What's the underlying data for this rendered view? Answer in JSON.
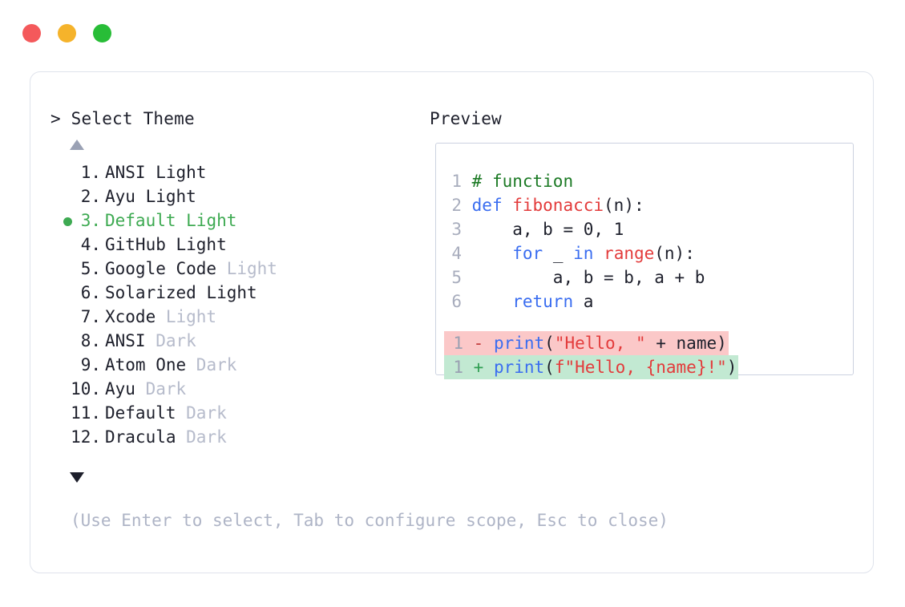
{
  "window": {
    "controls": [
      {
        "name": "close",
        "color": "#f4595b"
      },
      {
        "name": "minimize",
        "color": "#f5b32b"
      },
      {
        "name": "maximize",
        "color": "#28bd37"
      }
    ]
  },
  "prompt": {
    "heading": "> Select Theme",
    "scroll_up_indicator": "▲",
    "scroll_down_indicator": "▼",
    "selected_index": 3,
    "selected_color": "#3eaa52",
    "muted_color": "#b6bbcb",
    "items": [
      {
        "number": "1.",
        "name": "ANSI",
        "suffix": " Light",
        "suffix_muted": false,
        "selected": false
      },
      {
        "number": "2.",
        "name": "Ayu",
        "suffix": " Light",
        "suffix_muted": false,
        "selected": false
      },
      {
        "number": "3.",
        "name": "Default",
        "suffix": " Light",
        "suffix_muted": false,
        "selected": true
      },
      {
        "number": "4.",
        "name": "GitHub",
        "suffix": " Light",
        "suffix_muted": false,
        "selected": false
      },
      {
        "number": "5.",
        "name": "Google Code",
        "suffix": " Light",
        "suffix_muted": true,
        "selected": false
      },
      {
        "number": "6.",
        "name": "Solarized",
        "suffix": " Light",
        "suffix_muted": false,
        "selected": false
      },
      {
        "number": "7.",
        "name": "Xcode",
        "suffix": " Light",
        "suffix_muted": true,
        "selected": false
      },
      {
        "number": "8.",
        "name": "ANSI",
        "suffix": " Dark",
        "suffix_muted": true,
        "selected": false
      },
      {
        "number": "9.",
        "name": "Atom One",
        "suffix": " Dark",
        "suffix_muted": true,
        "selected": false
      },
      {
        "number": "10.",
        "name": "Ayu",
        "suffix": " Dark",
        "suffix_muted": true,
        "selected": false
      },
      {
        "number": "11.",
        "name": "Default",
        "suffix": " Dark",
        "suffix_muted": true,
        "selected": false
      },
      {
        "number": "12.",
        "name": "Dracula",
        "suffix": " Dark",
        "suffix_muted": true,
        "selected": false
      }
    ],
    "hint": "(Use Enter to select, Tab to configure scope, Esc to close)"
  },
  "preview": {
    "heading": "Preview",
    "code_lines": [
      {
        "number": "1",
        "tokens": [
          {
            "t": "# function",
            "c": "comment"
          }
        ]
      },
      {
        "number": "2",
        "tokens": [
          {
            "t": "def ",
            "c": "kw"
          },
          {
            "t": "fibonacci",
            "c": "fn"
          },
          {
            "t": "(n):",
            "c": "plain"
          }
        ]
      },
      {
        "number": "3",
        "tokens": [
          {
            "t": "    a, b = 0, 1",
            "c": "plain"
          }
        ]
      },
      {
        "number": "4",
        "tokens": [
          {
            "t": "    ",
            "c": "plain"
          },
          {
            "t": "for",
            "c": "kw"
          },
          {
            "t": " _ ",
            "c": "plain"
          },
          {
            "t": "in ",
            "c": "kw"
          },
          {
            "t": "range",
            "c": "fn"
          },
          {
            "t": "(n):",
            "c": "plain"
          }
        ]
      },
      {
        "number": "5",
        "tokens": [
          {
            "t": "        a, b = b, a + b",
            "c": "plain"
          }
        ]
      },
      {
        "number": "6",
        "tokens": [
          {
            "t": "    ",
            "c": "plain"
          },
          {
            "t": "return",
            "c": "kw"
          },
          {
            "t": " a",
            "c": "plain"
          }
        ]
      }
    ],
    "diff_lines": [
      {
        "number": "1",
        "sign": "-",
        "kind": "del",
        "background": "#fbc8c8",
        "tokens": [
          {
            "t": "print",
            "c": "kw"
          },
          {
            "t": "(",
            "c": "plain"
          },
          {
            "t": "\"Hello, \"",
            "c": "str"
          },
          {
            "t": " + name)",
            "c": "plain"
          }
        ]
      },
      {
        "number": "1",
        "sign": "+",
        "kind": "add",
        "background": "#c2e9d2",
        "tokens": [
          {
            "t": "print",
            "c": "kw"
          },
          {
            "t": "(",
            "c": "plain"
          },
          {
            "t": "f\"Hello, {name}!\"",
            "c": "str"
          },
          {
            "t": ")",
            "c": "plain"
          }
        ]
      }
    ]
  }
}
